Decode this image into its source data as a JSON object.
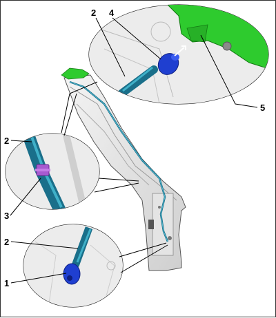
{
  "callouts": {
    "c1": "1",
    "c2_top": "2",
    "c2_mid": "2",
    "c2_bottom": "2",
    "c3": "3",
    "c4": "4",
    "c5": "5"
  },
  "colors": {
    "hose": "#1a6f8a",
    "hose_highlight": "#3fb0c8",
    "cap_blue": "#1f3fd0",
    "bracket_green": "#2ecb2e",
    "clip_purple": "#a85ad0",
    "metal_light": "#eeeeee",
    "metal_mid": "#cfcfcf"
  },
  "icons": [
    "washer-hose",
    "hose-connector-cap",
    "hose-clip",
    "reservoir-bracket"
  ]
}
